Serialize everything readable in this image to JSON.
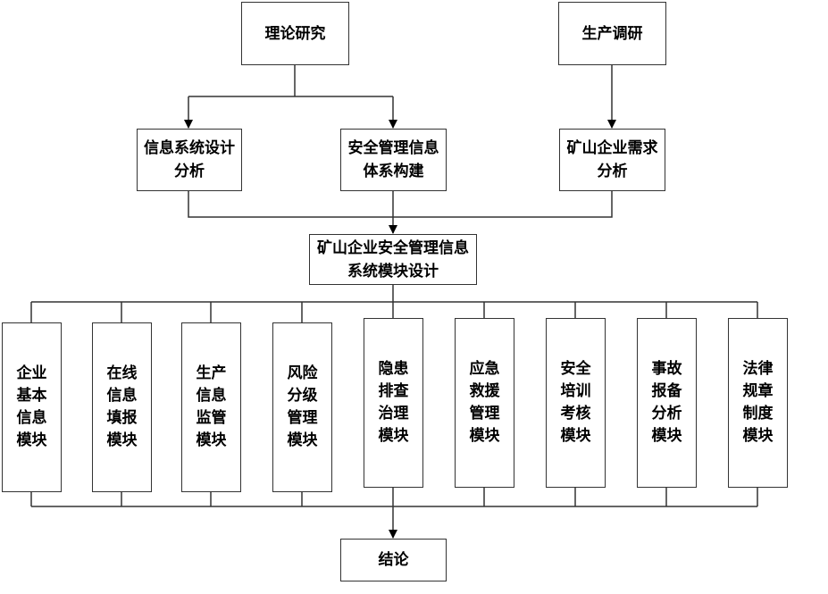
{
  "top": {
    "theory": "理论研究",
    "production": "生产调研"
  },
  "middle": {
    "info_design": "信息系统设计分析",
    "safety_system": "安全管理信息体系构建",
    "demand": "矿山企业需求分析"
  },
  "center": "矿山企业安全管理信息系统模块设计",
  "modules": [
    "企业基本信息模块",
    "在线信息填报模块",
    "生产信息监管模块",
    "风险分级管理模块",
    "隐患排查治理模块",
    "应急救援管理模块",
    "安全培训考核模块",
    "事故报备分析模块",
    "法律规章制度模块"
  ],
  "conclusion": "结论"
}
